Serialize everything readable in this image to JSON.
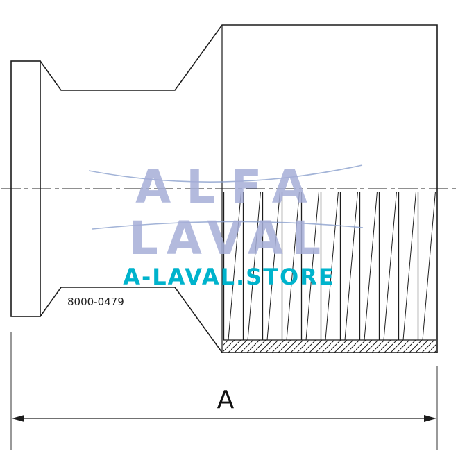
{
  "drawing": {
    "part_number": "8000-0479",
    "dimension_label": "A"
  },
  "watermark": {
    "brand_line1": "ALFA",
    "brand_line2": "LAVAL",
    "store_text": "A-LAVAL.STORE",
    "logo_color": "#a6aed8",
    "swoosh_color": "#8ba0cd",
    "store_color": "#00b3cc"
  },
  "style": {
    "line_color": "#1c1c1c",
    "background_color": "#ffffff"
  }
}
